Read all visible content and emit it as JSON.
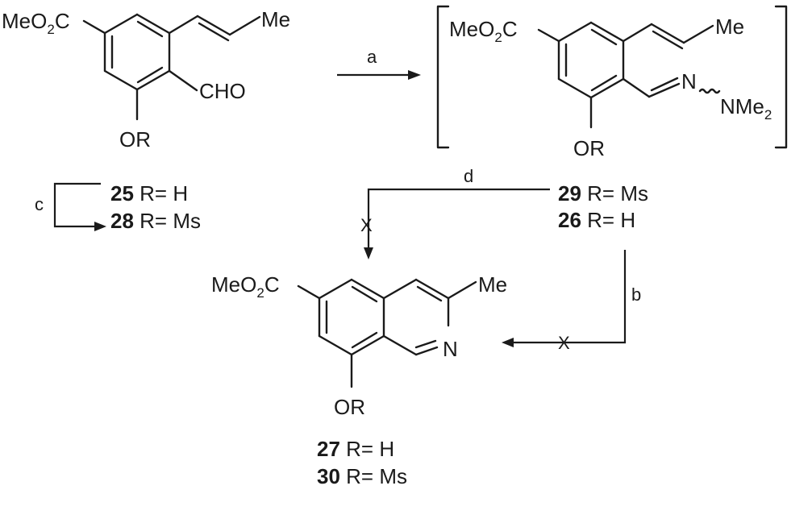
{
  "groups": {
    "ester_main": "MeO",
    "ester_sub": "2",
    "ester_tail": "C",
    "me": "Me",
    "cho": "CHO",
    "or": "OR",
    "n": "N",
    "nme": "NMe",
    "nme_sub": "2"
  },
  "reagents": {
    "a": "a",
    "b": "b",
    "c": "c",
    "d": "d",
    "blocked": "X"
  },
  "compounds": {
    "c25": {
      "num": "25",
      "label": " R= H"
    },
    "c28": {
      "num": "28",
      "label": " R= Ms"
    },
    "c29": {
      "num": "29",
      "label": " R= Ms"
    },
    "c26": {
      "num": "26",
      "label": " R= H"
    },
    "c27": {
      "num": "27",
      "label": " R= H"
    },
    "c30": {
      "num": "30",
      "label": " R= Ms"
    }
  }
}
